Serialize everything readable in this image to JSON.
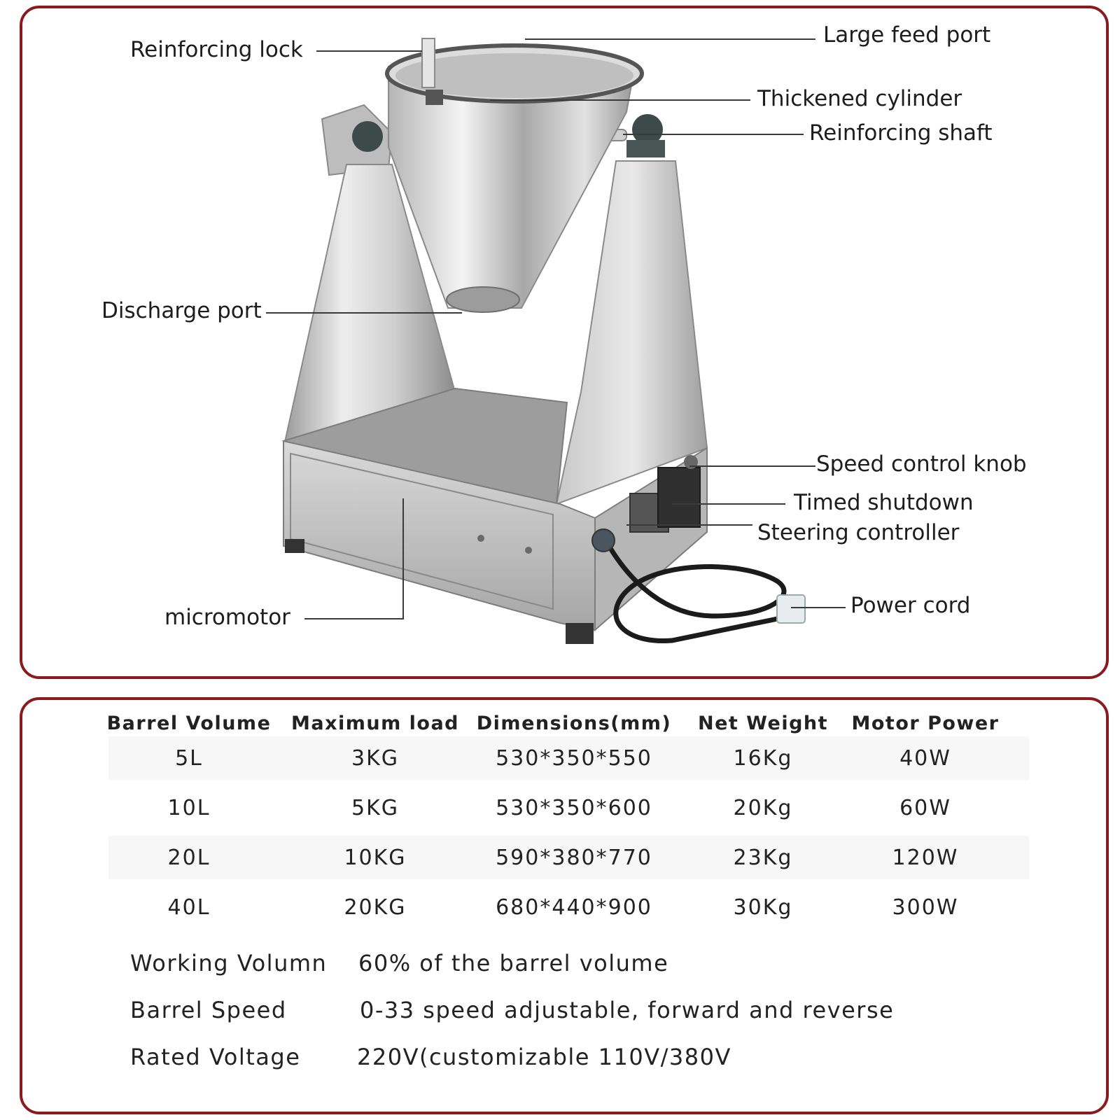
{
  "callouts": {
    "reinforcing_lock": "Reinforcing lock",
    "large_feed_port": "Large feed port",
    "thickened_cylinder": "Thickened cylinder",
    "reinforcing_shaft": "Reinforcing shaft",
    "discharge_port": "Discharge port",
    "speed_control_knob": "Speed control knob",
    "timed_shutdown": "Timed shutdown",
    "steering_controller": "Steering controller",
    "power_cord": "Power cord",
    "micromotor": "micromotor"
  },
  "spec_table": {
    "headers": [
      "Barrel Volume",
      "Maximum load",
      "Dimensions(mm)",
      "Net Weight",
      "Motor Power"
    ],
    "rows": [
      [
        "5L",
        "3KG",
        "530*350*550",
        "16Kg",
        "40W"
      ],
      [
        "10L",
        "5KG",
        "530*350*600",
        "20Kg",
        "60W"
      ],
      [
        "20L",
        "10KG",
        "590*380*770",
        "23Kg",
        "120W"
      ],
      [
        "40L",
        "20KG",
        "680*440*900",
        "30Kg",
        "300W"
      ]
    ]
  },
  "extra_specs": [
    {
      "label": "Working Volumn",
      "value": "60% of the barrel volume"
    },
    {
      "label": "Barrel Speed",
      "value": "0-33 speed adjustable, forward and reverse"
    },
    {
      "label": "Rated Voltage",
      "value": "220V(customizable 110V/380V"
    }
  ],
  "colors": {
    "panel_border": "#8b1a1f",
    "steel_light": "#e6e6e6",
    "steel_dark": "#8e8e8e",
    "text": "#1d1d1d"
  }
}
